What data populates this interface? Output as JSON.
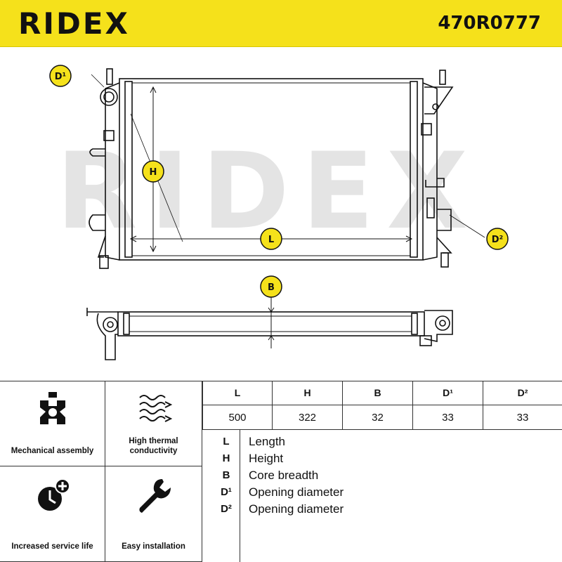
{
  "header": {
    "brand": "RIDEX",
    "part_number": "470R0777"
  },
  "watermark": "RIDEX",
  "drawing_tags": {
    "d1": "D¹",
    "d2": "D²",
    "h": "H",
    "l": "L",
    "b": "B"
  },
  "features": [
    {
      "label": "Mechanical assembly",
      "icon": "gear-wrench-icon"
    },
    {
      "label": "High thermal conductivity",
      "icon": "heat-waves-icon"
    },
    {
      "label": "Increased service life",
      "icon": "clock-plus-icon"
    },
    {
      "label": "Easy installation",
      "icon": "wrench-icon"
    }
  ],
  "dimensions": {
    "headers": [
      "L",
      "H",
      "B",
      "D¹",
      "D²"
    ],
    "values": [
      "500",
      "322",
      "32",
      "33",
      "33"
    ]
  },
  "legend": [
    {
      "key": "L",
      "text": "Length"
    },
    {
      "key": "H",
      "text": "Height"
    },
    {
      "key": "B",
      "text": "Core breadth"
    },
    {
      "key": "D¹",
      "text": "Opening diameter"
    },
    {
      "key": "D²",
      "text": "Opening diameter"
    }
  ]
}
